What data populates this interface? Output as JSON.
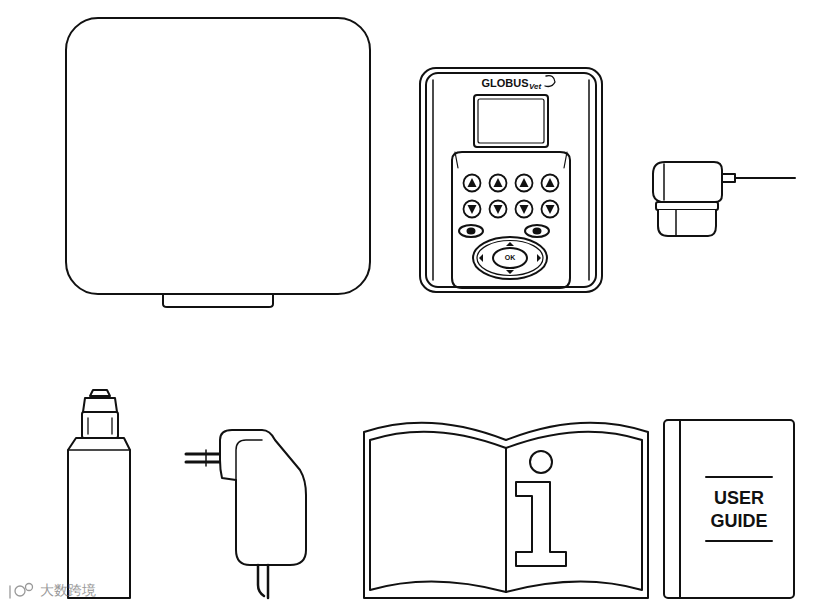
{
  "diagram": {
    "labels": [
      "GLOBUS",
      "Vet",
      "OK",
      "USER GUIDE",
      "大数跨境"
    ]
  }
}
